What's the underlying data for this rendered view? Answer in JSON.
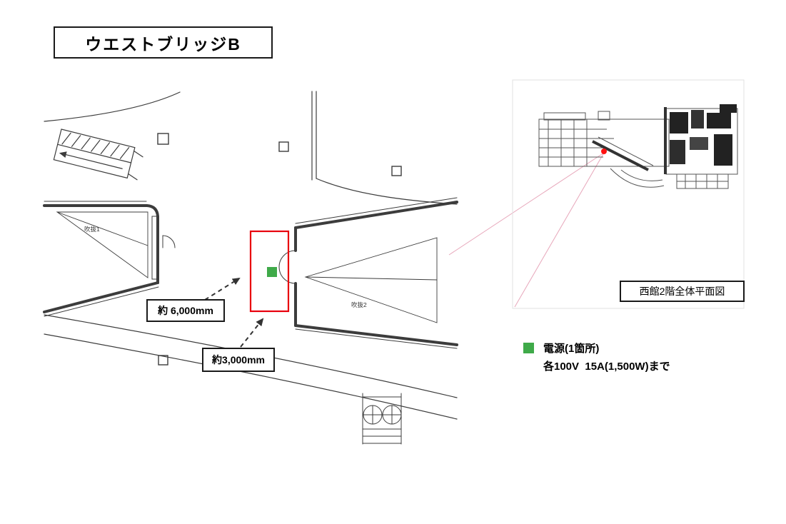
{
  "title": {
    "text": "ウエストブリッジB"
  },
  "main_plan": {
    "void_label_1": "吹抜1",
    "void_label_2": "吹抜2",
    "dim_width_label": "約 6,000mm",
    "dim_depth_label": "約3,000mm"
  },
  "overview": {
    "caption": "西館2階全体平面図"
  },
  "legend": {
    "line1": "電源(1箇所)",
    "line2": "各100V  15A(1,500W)まで"
  },
  "colors": {
    "highlight_red": "#e8000d",
    "power_green": "#3faa49",
    "marker_red": "#ff1111",
    "leader_pink": "#e7a6ba",
    "line_dark": "#3c3c3c"
  }
}
